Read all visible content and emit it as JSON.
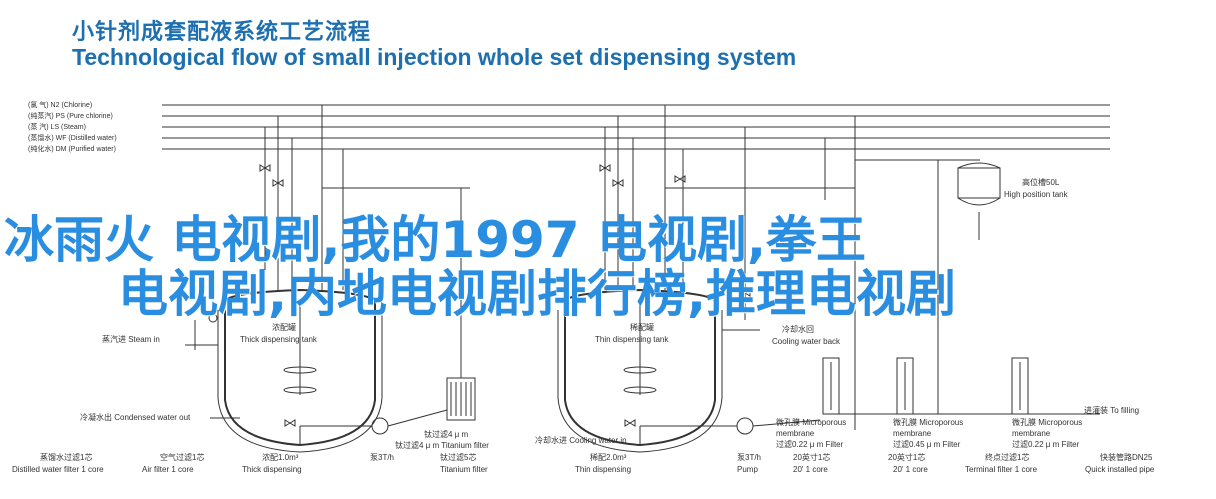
{
  "title_cn": "小针剂成套配液系统工艺流程",
  "title_en": "Technological flow of small injection whole set dispensing system",
  "overlay_line1": "冰雨火 电视剧,我的1997 电视剧,拳王",
  "overlay_line2": "电视剧,内地电视剧排行榜,推理电视剧",
  "colors": {
    "title": "#1d6fb0",
    "overlay": "#2a8ee0",
    "line": "#333333"
  },
  "legend": [
    "(氯    气) N2  (Chlorine)",
    "(纯蒸汽) PS   (Pure chlorine)",
    "(蒸    汽) LS   (Steam)",
    "(蒸馏水) WF   (Distilled water)",
    "(纯化水) DM   (Purified water)"
  ],
  "labels": {
    "steam_in": "蒸汽进  Steam in",
    "thick_cn": "浓配罐",
    "thick_en": "Thick dispensing tank",
    "thin_cn": "稀配罐",
    "thin_en": "Thin dispensing tank",
    "condensed": "冷凝水出 Condensed water out",
    "cooling_in": "冷却水进 Cooling water in",
    "cooling_back_cn": "冷却水回",
    "cooling_back_en": "Cooling water back",
    "high_tank_cn": "高位槽50L",
    "high_tank_en": "High position tank",
    "to_filling": "进灌装  To filling",
    "ti_filter_top_cn": "钛过滤4 μ m",
    "ti_filter_top_en": "Titanium filter",
    "ti_filter_mid": "钛过滤4 μ m  Titanium filter",
    "micro_filter": "微孔膜  Microporous",
    "membrane": "membrane",
    "filter_045": "过滤0.45 μ m  Filter",
    "filter_022": "过滤0.22 μ m  Filter",
    "b1_cn": "蒸馏水过滤1芯",
    "b1_en": "Distilled water filter 1 core",
    "b2_cn": "空气过滤1芯",
    "b2_en": "Air filter 1 core",
    "b3_cn": "浓配1.0m³",
    "b3_en": "Thick dispensing",
    "b4_cn": "泵3T/h",
    "b5_cn": "钛过滤5芯",
    "b5_en": "Titanium filter",
    "b6_cn": "稀配2.0m³",
    "b6_en": "Thin dispensing",
    "b7_cn": "泵3T/h",
    "b7_en": "Pump",
    "b8_cn": "20英寸1芯",
    "b8_en": "20' 1 core",
    "b9_cn": "20英寸1芯",
    "b9_en": "20' 1 core",
    "b10_cn": "终点过滤1芯",
    "b10_en": "Terminal filter 1 core",
    "b11_cn": "快装管路DN25",
    "b11_en": "Quick installed pipe"
  }
}
